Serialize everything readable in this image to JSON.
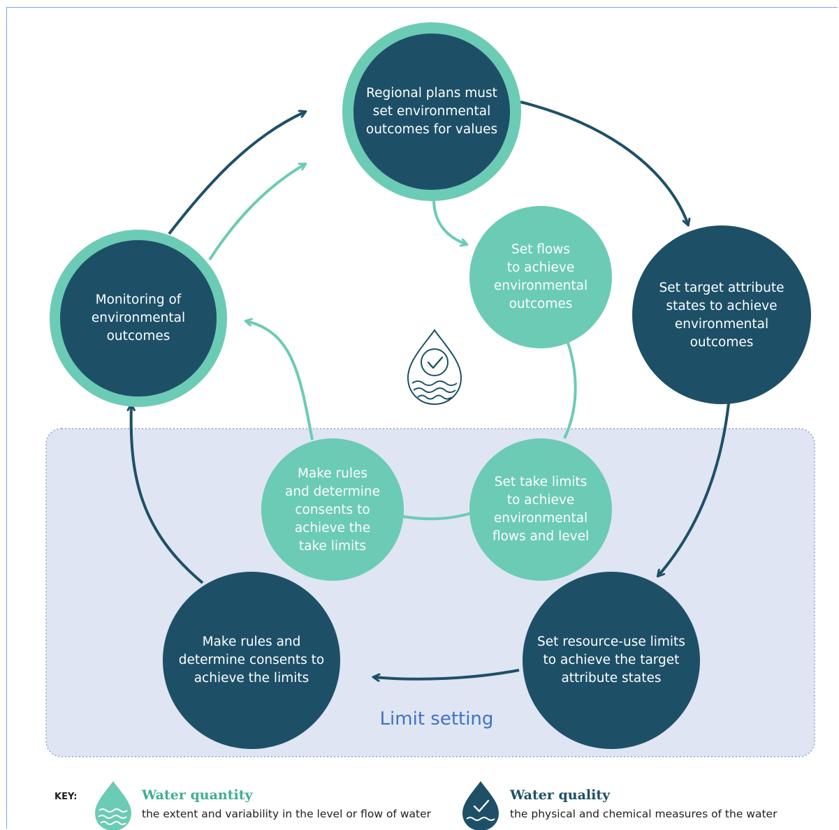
{
  "colors": {
    "dark": "#1d5067",
    "light": "#6ccbb5",
    "region_fill": "#dfe5f3",
    "region_border": "#8aa0d0",
    "region_label": "#3f72c4"
  },
  "nodes": {
    "regional_plans": "Regional plans must\nset environmental\noutcomes for values",
    "target_attributes": "Set target attribute\nstates to achieve\nenvironmental\noutcomes",
    "resource_limits": "Set resource-use limits\nto achieve the target\nattribute states",
    "rules_limits": "Make rules and\ndetermine consents to\nachieve the limits",
    "monitoring": "Monitoring of\nenvironmental\noutcomes",
    "set_flows": "Set flows\nto achieve\nenvironmental\noutcomes",
    "take_limits": "Set take limits\nto achieve\nenvironmental\nflows and level",
    "rules_take": "Make rules\nand determine\nconsents to\nachieve the\ntake limits"
  },
  "region_label": "Limit setting",
  "key": {
    "label": "KEY:",
    "quantity": {
      "title": "Water quantity",
      "description": "the extent and variability in the level or flow of water",
      "icon": "water-drop-waves-icon"
    },
    "quality": {
      "title": "Water quality",
      "description": "the physical and chemical measures of the water",
      "icon": "water-drop-check-icon"
    }
  },
  "center_icon": "water-drop-check-icon"
}
